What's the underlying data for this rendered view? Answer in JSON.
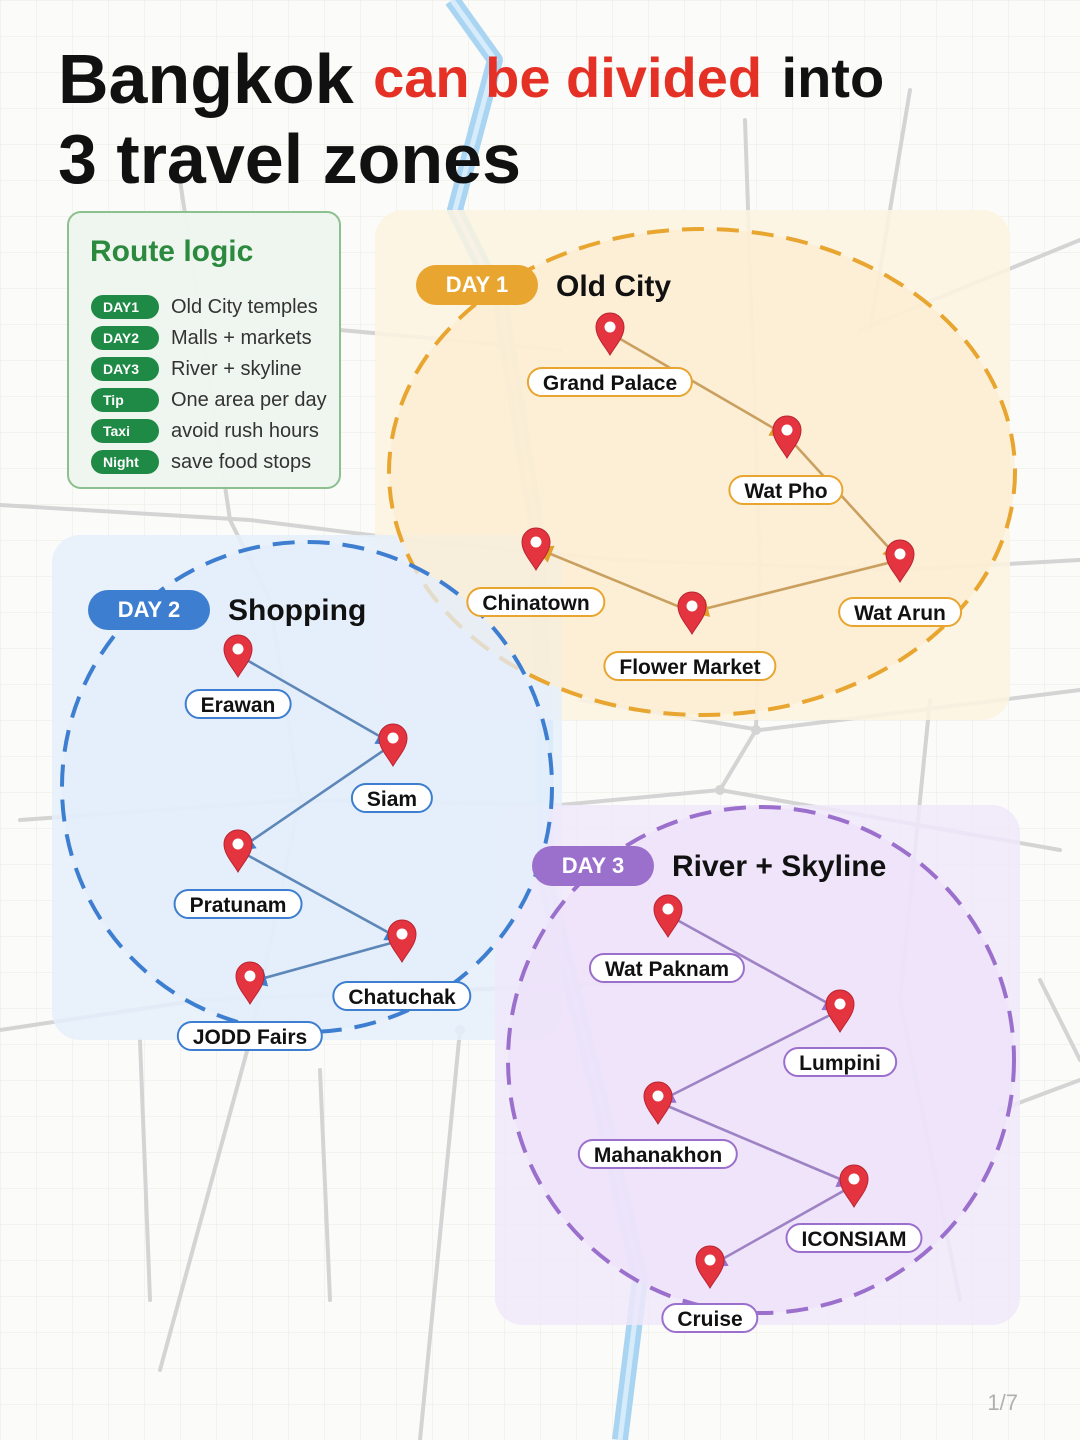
{
  "title": {
    "word1": "Bangkok",
    "highlight": "can be divided",
    "word2": "into",
    "line2": "3 travel zones"
  },
  "legend": {
    "heading": "Route logic",
    "items": [
      {
        "badge": "DAY1",
        "text": "Old City temples"
      },
      {
        "badge": "DAY2",
        "text": "Malls + markets"
      },
      {
        "badge": "DAY3",
        "text": "River + skyline"
      },
      {
        "badge": "Tip",
        "text": "One area per day"
      },
      {
        "badge": "Taxi",
        "text": "avoid rush hours"
      },
      {
        "badge": "Night",
        "text": "save food stops"
      }
    ]
  },
  "zones": [
    {
      "badge": "DAY 1",
      "name": "Old City",
      "color": "#e8a530",
      "stops": [
        "Grand Palace",
        "Wat Pho",
        "Wat Arun",
        "Flower Market",
        "Chinatown"
      ]
    },
    {
      "badge": "DAY 2",
      "name": "Shopping",
      "color": "#3d7ed0",
      "stops": [
        "Erawan",
        "Siam",
        "Pratunam",
        "Chatuchak",
        "JODD Fairs"
      ]
    },
    {
      "badge": "DAY 3",
      "name": "River + Skyline",
      "color": "#9b6fcc",
      "stops": [
        "Wat Paknam",
        "Lumpini",
        "Mahanakhon",
        "ICONSIAM",
        "Cruise"
      ]
    }
  ],
  "colors": {
    "pin": "#e4343f",
    "legend_badge": "#1f8a45",
    "river": "#a9d4f2",
    "highlight": "#e53125"
  },
  "pager": "1/7"
}
